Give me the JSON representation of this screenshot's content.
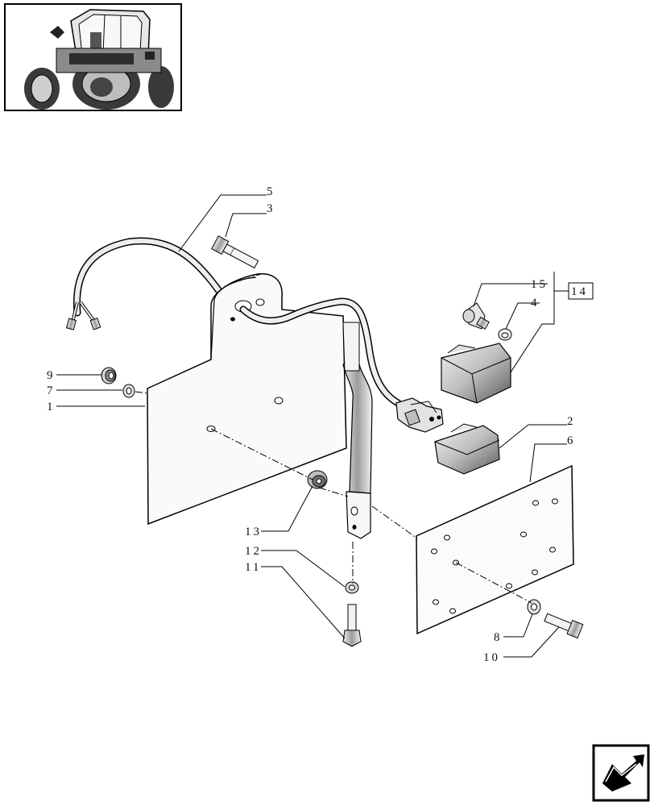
{
  "diagram": {
    "callouts": [
      {
        "id": "c5",
        "text": "5"
      },
      {
        "id": "c3",
        "text": "3"
      },
      {
        "id": "c15",
        "text": "15"
      },
      {
        "id": "c4",
        "text": "4"
      },
      {
        "id": "c14",
        "text": "14"
      },
      {
        "id": "c9",
        "text": "9"
      },
      {
        "id": "c7",
        "text": "7"
      },
      {
        "id": "c1",
        "text": "1"
      },
      {
        "id": "c2",
        "text": "2"
      },
      {
        "id": "c6",
        "text": "6"
      },
      {
        "id": "c13",
        "text": "13"
      },
      {
        "id": "c12",
        "text": "12"
      },
      {
        "id": "c11",
        "text": "11"
      },
      {
        "id": "c8",
        "text": "8"
      },
      {
        "id": "c10",
        "text": "10"
      }
    ],
    "thumbnail_icon": "tractor-rear-view",
    "nav_icon": "next-page-arrow-icon"
  }
}
